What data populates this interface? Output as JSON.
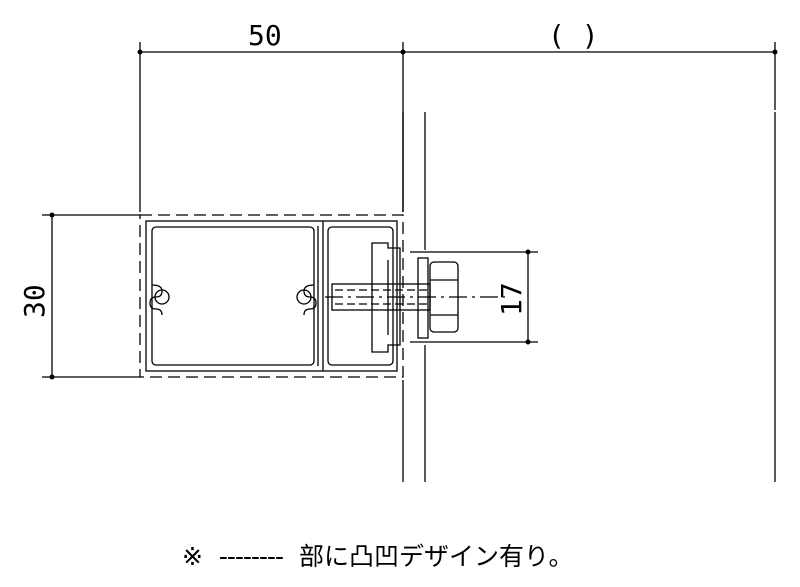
{
  "dimensions": {
    "width_label": "50",
    "gap_label": "( )",
    "height_label": "30",
    "bolt_label": "17"
  },
  "note": {
    "mark": "※",
    "dashes": "--------",
    "text": "部に凸凹デザイン有り。"
  }
}
